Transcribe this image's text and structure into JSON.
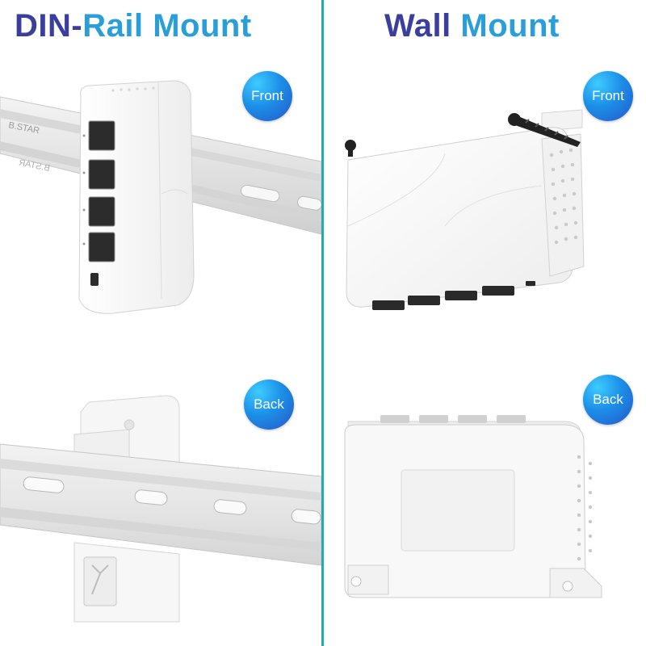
{
  "titles": {
    "left_part1": "DIN-",
    "left_part2": "Rail Mount",
    "right_part1": "Wall",
    "right_part2": "Mount"
  },
  "badges": {
    "din_front": "Front",
    "din_back": "Back",
    "wall_front": "Front",
    "wall_back": "Back"
  },
  "rail_stamp": "B.STAR",
  "colors": {
    "title_dark": "#3a3f9e",
    "title_light": "#2a9ed8",
    "divider": "#2aa5b8",
    "badge": "#1c8fe8"
  }
}
